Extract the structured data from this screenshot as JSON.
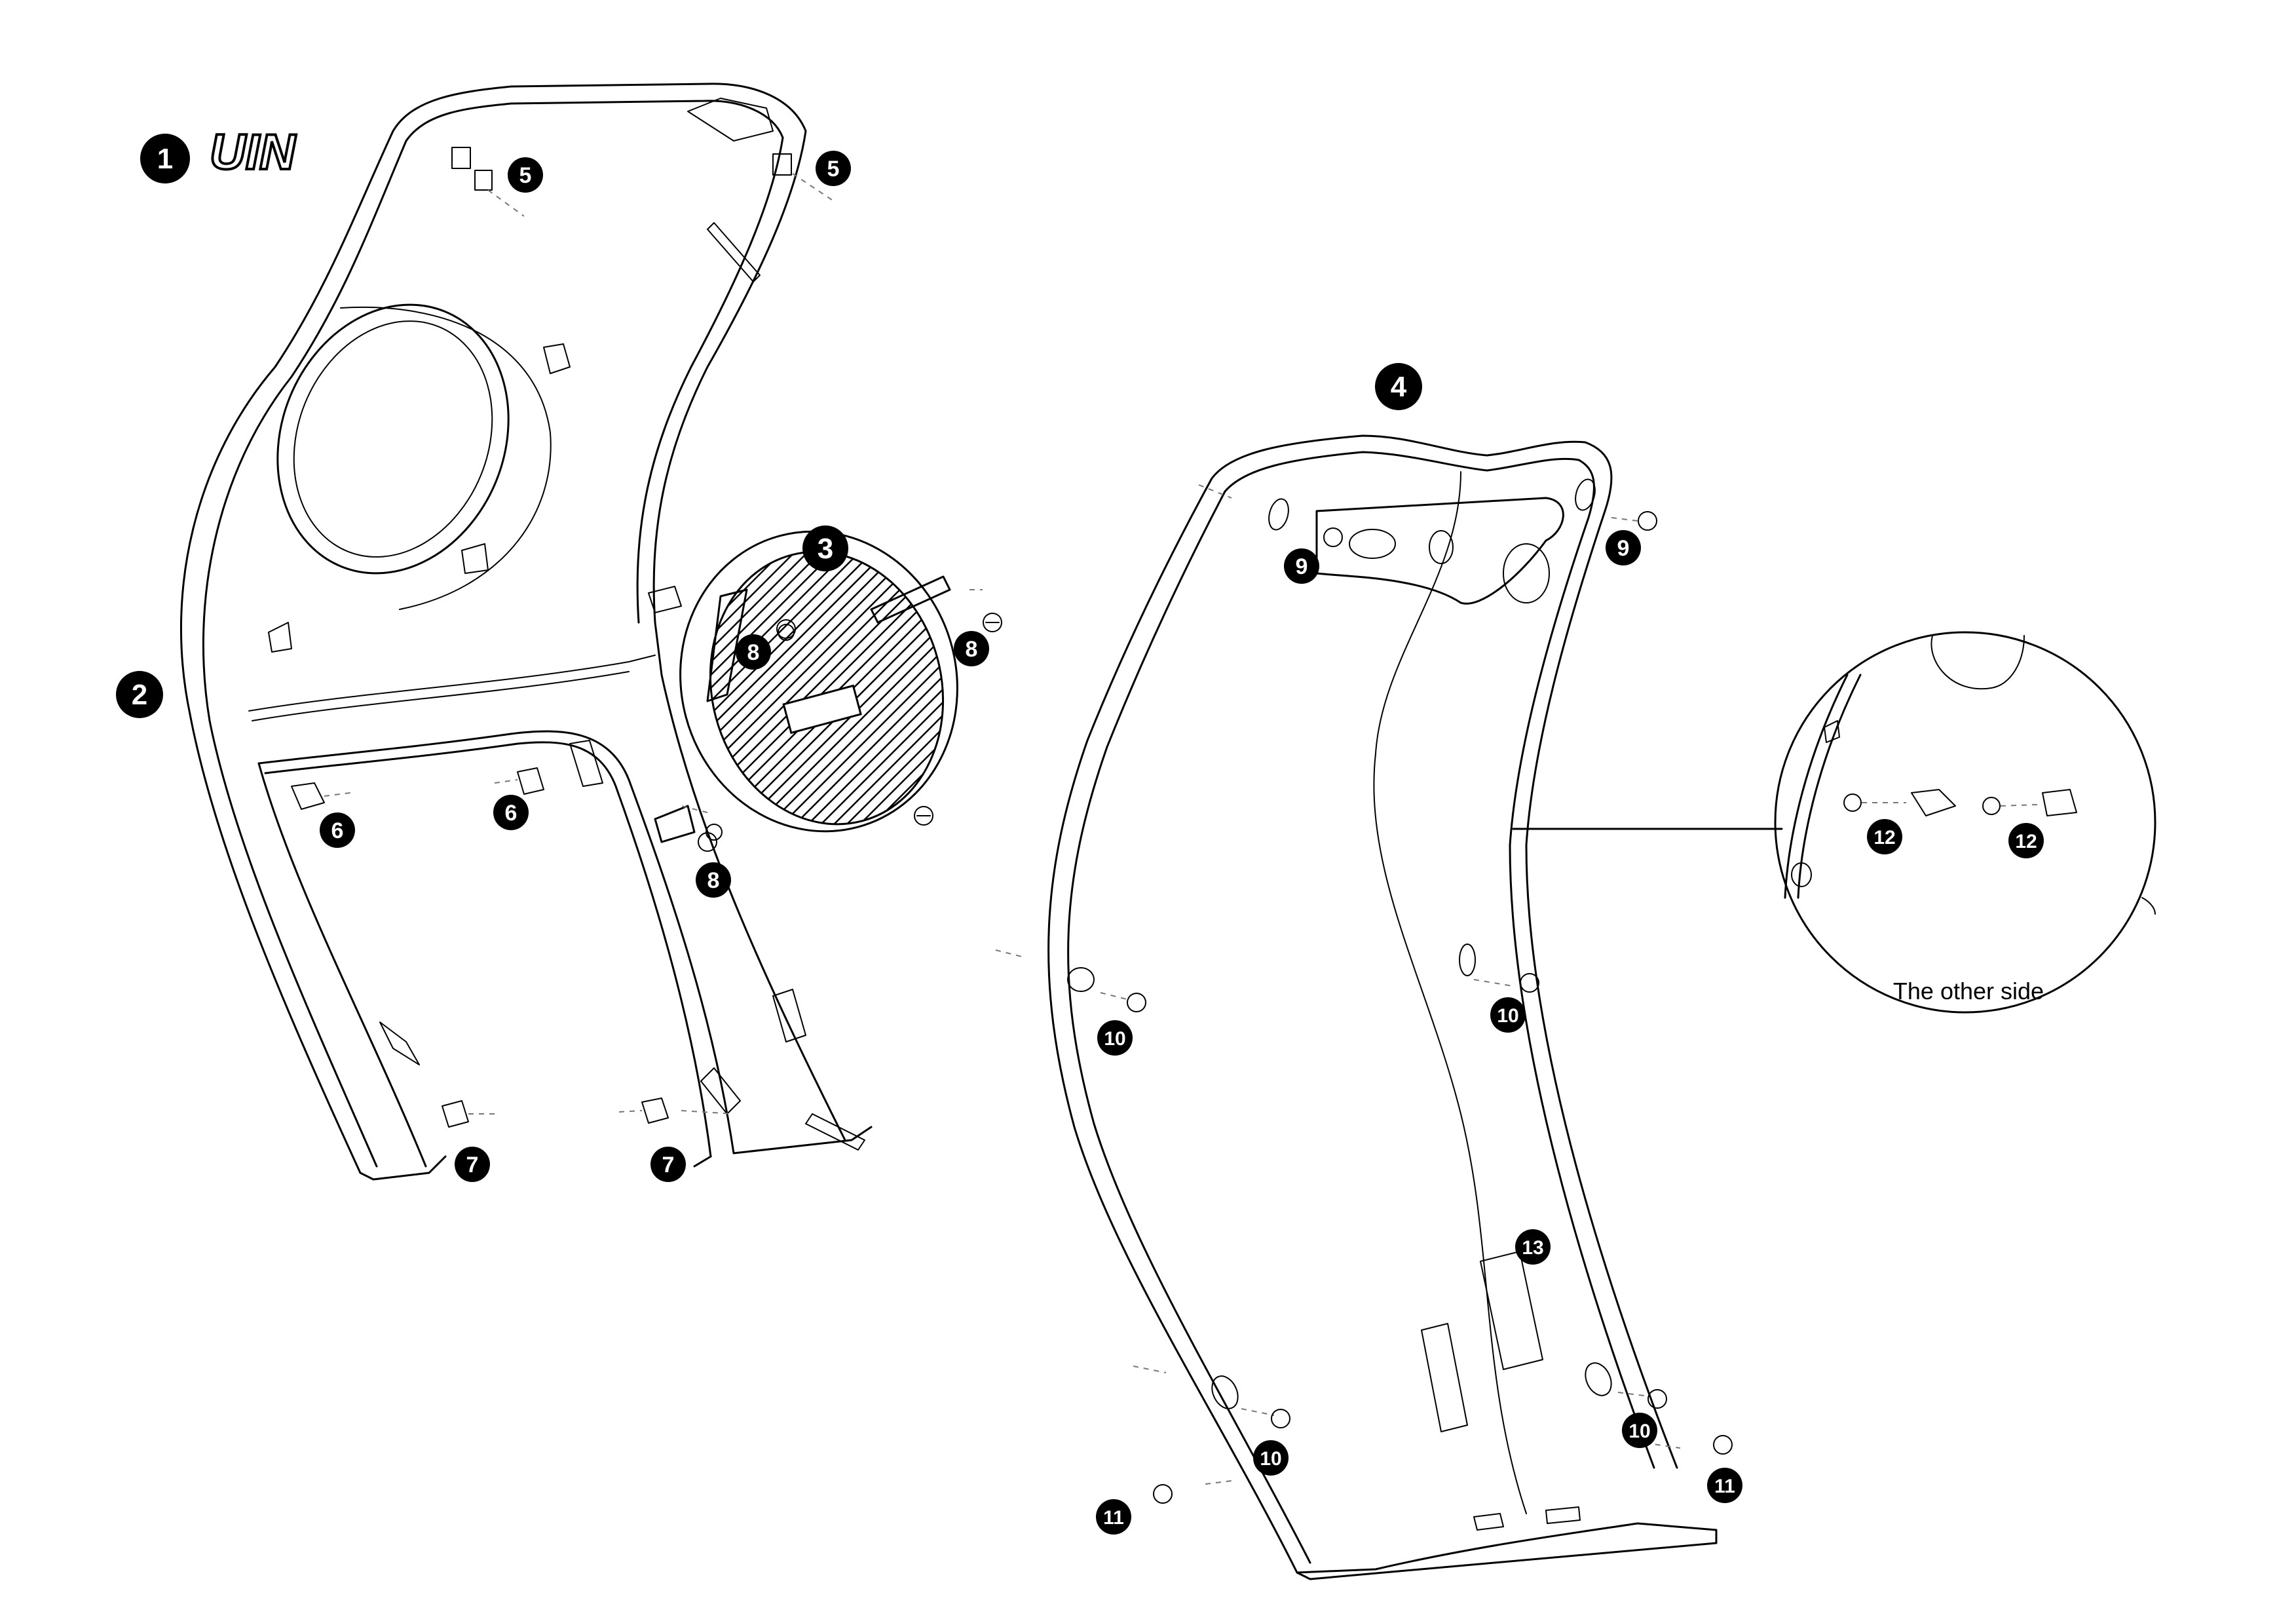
{
  "logo": {
    "text": "UIN"
  },
  "callouts": {
    "c1": "1",
    "c2": "2",
    "c3": "3",
    "c4": "4",
    "c5a": "5",
    "c5b": "5",
    "c6a": "6",
    "c6b": "6",
    "c7a": "7",
    "c7b": "7",
    "c8a": "8",
    "c8b": "8",
    "c8c": "8",
    "c9a": "9",
    "c9b": "9",
    "c10a": "10",
    "c10b": "10",
    "c10c": "10",
    "c10d": "10",
    "c11a": "11",
    "c11b": "11",
    "c12a": "12",
    "c12b": "12",
    "c13": "13"
  },
  "detail_caption": "The other side",
  "colors": {
    "callout_fill": "#000000",
    "callout_text": "#ffffff",
    "line": "#000000"
  }
}
